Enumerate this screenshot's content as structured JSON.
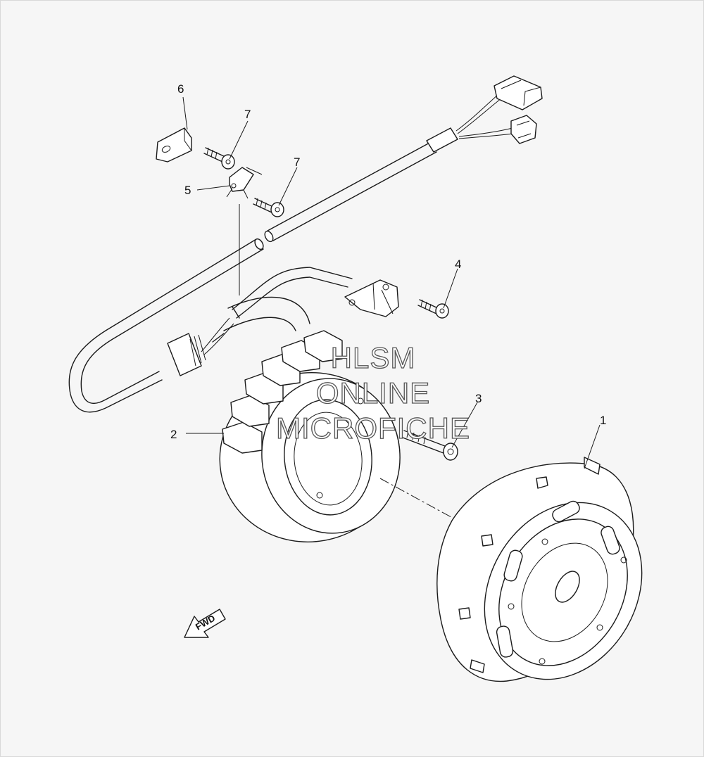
{
  "callouts": [
    {
      "id": "1",
      "label": "1"
    },
    {
      "id": "2",
      "label": "2"
    },
    {
      "id": "3",
      "label": "3"
    },
    {
      "id": "4",
      "label": "4"
    },
    {
      "id": "5",
      "label": "5"
    },
    {
      "id": "6",
      "label": "6"
    },
    {
      "id": "7a",
      "label": "7"
    },
    {
      "id": "7b",
      "label": "7"
    }
  ],
  "fwd_label": "FWD",
  "watermark": {
    "line1": "HLSM",
    "line2": "ONLINE",
    "line3": "MICROFICHE"
  }
}
